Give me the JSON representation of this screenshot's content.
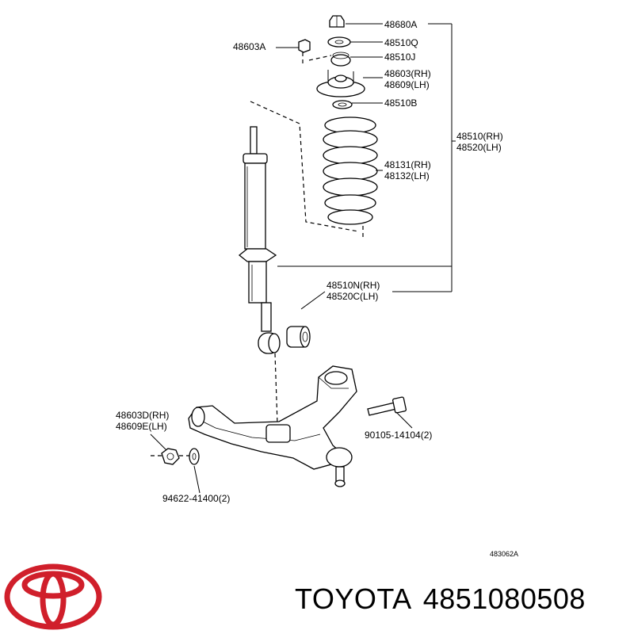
{
  "diagram": {
    "labels": {
      "p48680A": "48680A",
      "p48603A": "48603A",
      "p48510Q": "48510Q",
      "p48510J": "48510J",
      "p48603_rh": "48603(RH)",
      "p48609_lh": "48609(LH)",
      "p48510B": "48510B",
      "p48510_rh": "48510(RH)",
      "p48520_lh": "48520(LH)",
      "p48131_rh": "48131(RH)",
      "p48132_lh": "48132(LH)",
      "p48510N_rh": "48510N(RH)",
      "p48520C_lh": "48520C(LH)",
      "p48603D_rh": "48603D(RH)",
      "p48609E_lh": "48609E(LH)",
      "p90105": "90105-14104(2)",
      "p94622": "94622-41400(2)",
      "drawing_no": "483062A"
    }
  },
  "footer": {
    "brand": "TOYOTA",
    "part_number": "4851080508",
    "logo_color": "#d01f2b"
  }
}
